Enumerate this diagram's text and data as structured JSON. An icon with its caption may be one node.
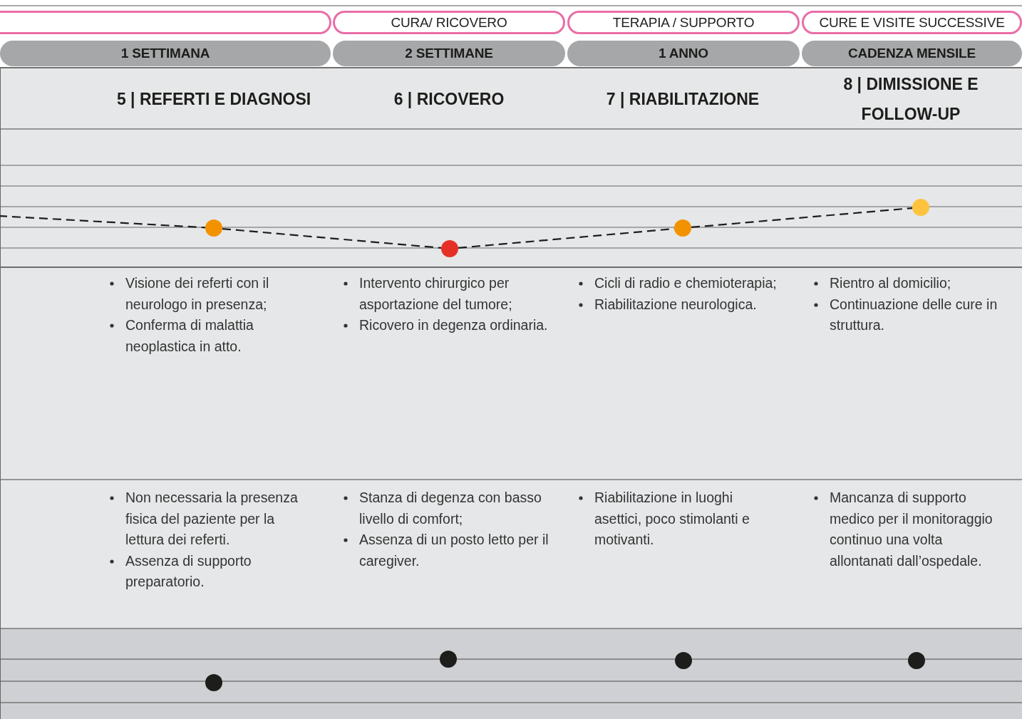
{
  "diagram": {
    "nodes": [
      {
        "text": [],
        "shape": "box"
      },
      {
        "text": [
          "CURA/ RICOVERO"
        ]
      },
      {
        "text": [
          "TERAPIA / SUPPORTO"
        ]
      },
      {
        "text": [
          "CURE E VISITE SUCCESSIVE"
        ]
      },
      {
        "text": [
          "1 SETTIMANA"
        ]
      },
      {
        "text": [
          "2 SETTIMANE"
        ]
      },
      {
        "text": [
          "1 ANNO"
        ]
      },
      {
        "text": [
          "CADENZA MENSILE"
        ]
      },
      {
        "text": [],
        "shape": "circle"
      },
      {
        "text": [],
        "shape": "circle"
      },
      {
        "text": [],
        "shape": "circle"
      },
      {
        "text": [],
        "shape": "circle"
      },
      {
        "text": [],
        "shape": "circle"
      },
      {
        "text": [],
        "shape": "circle"
      },
      {
        "text": [],
        "shape": "circle"
      },
      {
        "text": [],
        "shape": "circle"
      }
    ],
    "edges": [
      {
        "from": null,
        "to": 8,
        "arrow": "none",
        "style": "dashed"
      },
      {
        "from": 8,
        "to": 9,
        "arrow": "none",
        "style": "dashed"
      },
      {
        "from": 9,
        "to": 10,
        "arrow": "none",
        "style": "dashed"
      },
      {
        "from": 10,
        "to": 11,
        "arrow": "none",
        "style": "dashed"
      }
    ],
    "labels": [
      "5 | REFERTI E DIAGNOSI",
      "6 | RICOVERO",
      "7 | RIABILITAZIONE",
      "8 | DIMISSIONE E FOLLOW-UP",
      "Visione dei referti con il neurologo in presenza;",
      "Conferma di malattia neoplastica in atto.",
      "Intervento chirurgico per asportazione del tumore;",
      "Ricovero in degenza ordinaria.",
      "Cicli di radio e chemioterapia;",
      "Riabilitazione neurologica.",
      "Rientro al domicilio;",
      "Continuazione delle cure in struttura.",
      "Non necessaria la presenza fisica del paziente per la lettura dei referti.",
      "Assenza di supporto preparatorio.",
      "Stanza di degenza con basso livello di comfort;",
      "Assenza di un posto letto per il caregiver.",
      "Riabilitazione in luoghi asettici, poco stimolanti e motivanti.",
      "Mancanza di supporto medico per il monitoraggio continuo una volta allontanati dall’ospedale."
    ]
  }
}
